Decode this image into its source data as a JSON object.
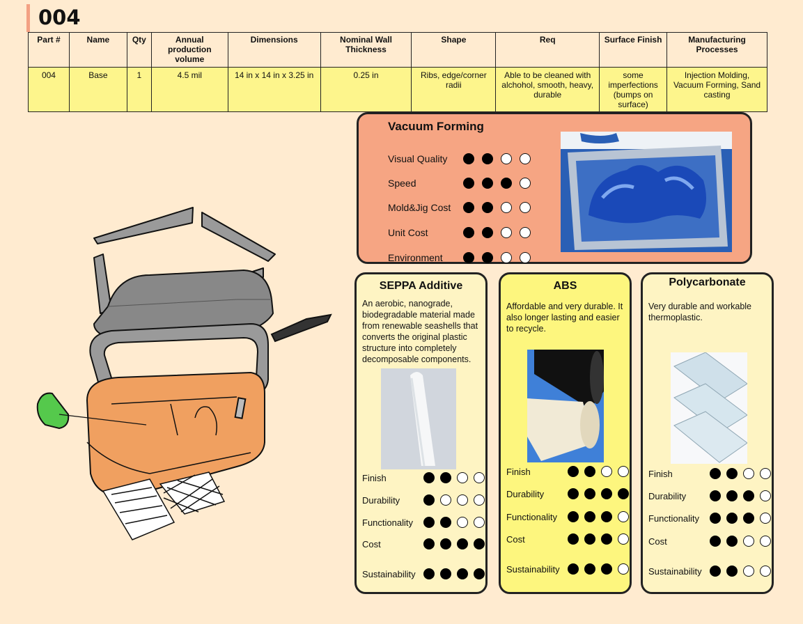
{
  "page": {
    "title": "004"
  },
  "spec_table": {
    "headers": [
      "Part #",
      "Name",
      "Qty",
      "Annual production volume",
      "Dimensions",
      "Nominal Wall Thickness",
      "Shape",
      "Req",
      "Surface Finish",
      "Manufacturing Processes"
    ],
    "row": [
      "004",
      "Base",
      "1",
      "4.5 mil",
      "14 in x 14 in x 3.25 in",
      "0.25 in",
      "Ribs, edge/corner radii",
      "Able to be cleaned with alchohol, smooth, heavy, durable",
      "some imperfections (bumps on surface)",
      "Injection Molding, Vacuum Forming, Sand casting"
    ]
  },
  "process": {
    "title": "Vacuum Forming",
    "color": "#f6a583",
    "ratings": [
      {
        "label": "Visual Quality",
        "filled": 2
      },
      {
        "label": "Speed",
        "filled": 3
      },
      {
        "label": "Mold&Jig Cost",
        "filled": 2
      },
      {
        "label": "Unit Cost",
        "filled": 2
      },
      {
        "label": "Environment",
        "filled": 2
      }
    ]
  },
  "materials": [
    {
      "title": "SEPPA Additive",
      "bg": "#fef4c3",
      "desc": "An aerobic, nanograde, biodegradable material made from renewable seashells that converts the original plastic structure into completely decomposable components.",
      "ratings": [
        {
          "label": "Finish",
          "filled": 2
        },
        {
          "label": "Durability",
          "filled": 1
        },
        {
          "label": "Functionality",
          "filled": 2
        },
        {
          "label": "Cost",
          "filled": 4
        },
        {
          "label": "Sustainability",
          "filled": 4
        }
      ]
    },
    {
      "title": "ABS",
      "bg": "#fdf67e",
      "desc": "Affordable and very durable. It also longer lasting and easier to recycle.",
      "ratings": [
        {
          "label": "Finish",
          "filled": 2
        },
        {
          "label": "Durability",
          "filled": 4
        },
        {
          "label": "Functionality",
          "filled": 3
        },
        {
          "label": "Cost",
          "filled": 3
        },
        {
          "label": "Sustainability",
          "filled": 3
        }
      ]
    },
    {
      "title": "Polycarbonate",
      "bg": "#fef4c3",
      "desc": "Very durable and workable thermoplastic.",
      "ratings": [
        {
          "label": "Finish",
          "filled": 2
        },
        {
          "label": "Durability",
          "filled": 3
        },
        {
          "label": "Functionality",
          "filled": 3
        },
        {
          "label": "Cost",
          "filled": 2
        },
        {
          "label": "Sustainability",
          "filled": 2
        }
      ]
    }
  ]
}
